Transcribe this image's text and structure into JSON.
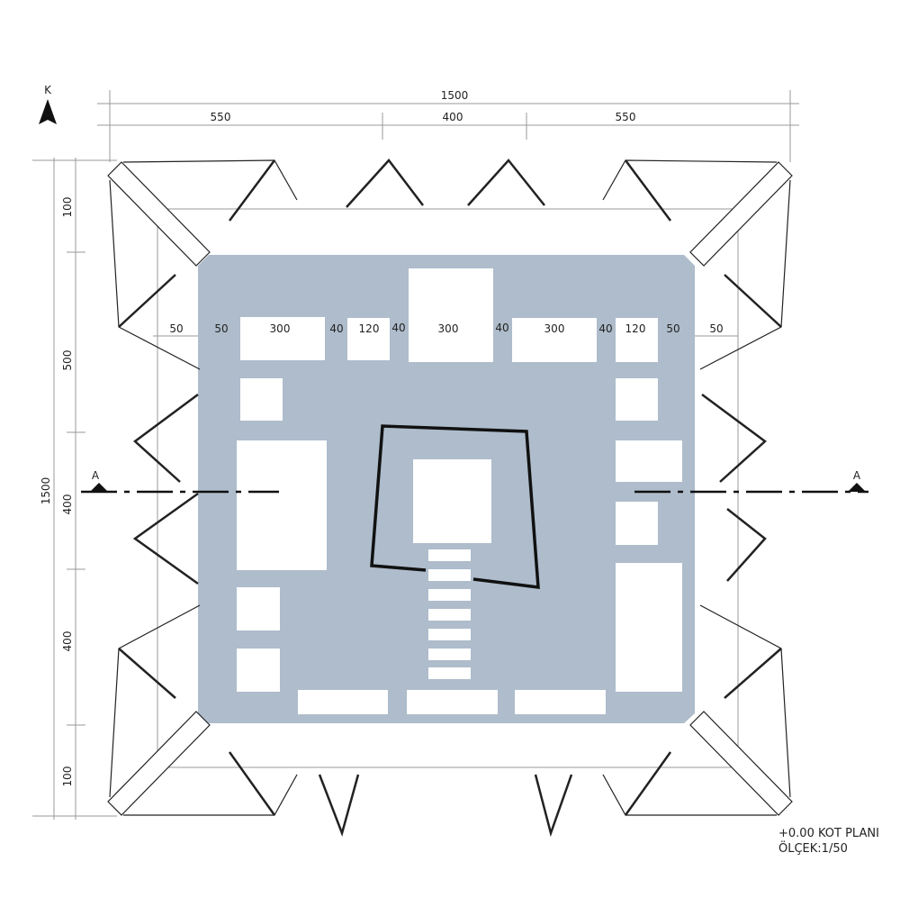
{
  "north_label": "K",
  "top_dims": {
    "total": "1500",
    "segments": [
      "550",
      "400",
      "550"
    ]
  },
  "left_dims": {
    "total": "1500",
    "segments": [
      "100",
      "500",
      "400",
      "400",
      "100"
    ]
  },
  "row_dims": [
    "50",
    "50",
    "300",
    "40",
    "120",
    "40",
    "300",
    "40",
    "300",
    "40",
    "120",
    "50",
    "50"
  ],
  "section_marks": [
    "A",
    "A"
  ],
  "caption": {
    "title": "+0.00 KOT PLANI",
    "scale": "ÖLÇEK:1/50"
  },
  "colors": {
    "floor": "#aebccb",
    "ink": "#1a1a1a",
    "dim_line": "#999999"
  }
}
